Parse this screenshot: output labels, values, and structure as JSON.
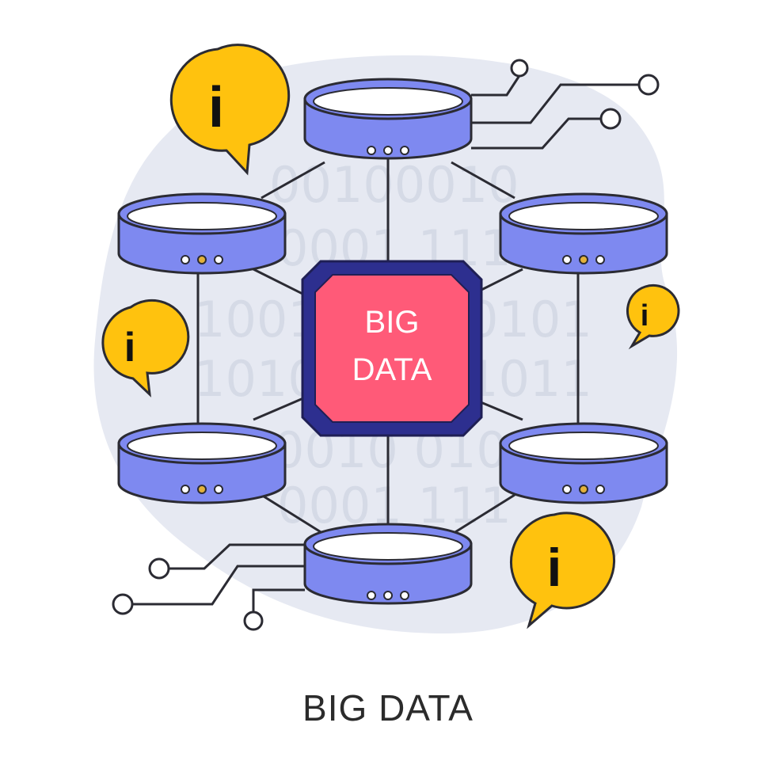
{
  "center": {
    "line1": "BIG",
    "line2": "DATA"
  },
  "caption": "BIG DATA",
  "binary_rows": [
    "00100010",
    "0001 1110",
    "1001",
    "0101",
    "1010",
    "1011",
    "0010 010",
    "0001 111"
  ],
  "info_glyph": "i",
  "colors": {
    "database_fill": "#7e89f0",
    "database_top": "#ffffff",
    "chip_outer": "#2d2f8f",
    "chip_inner": "#ff5a78",
    "info_bubble": "#ffc20e",
    "blob": "#e6e9f2",
    "dot_gold": "#e3b13a"
  },
  "icons": [
    "database-icon",
    "chip-icon",
    "info-bubble-icon",
    "circuit-icon"
  ]
}
